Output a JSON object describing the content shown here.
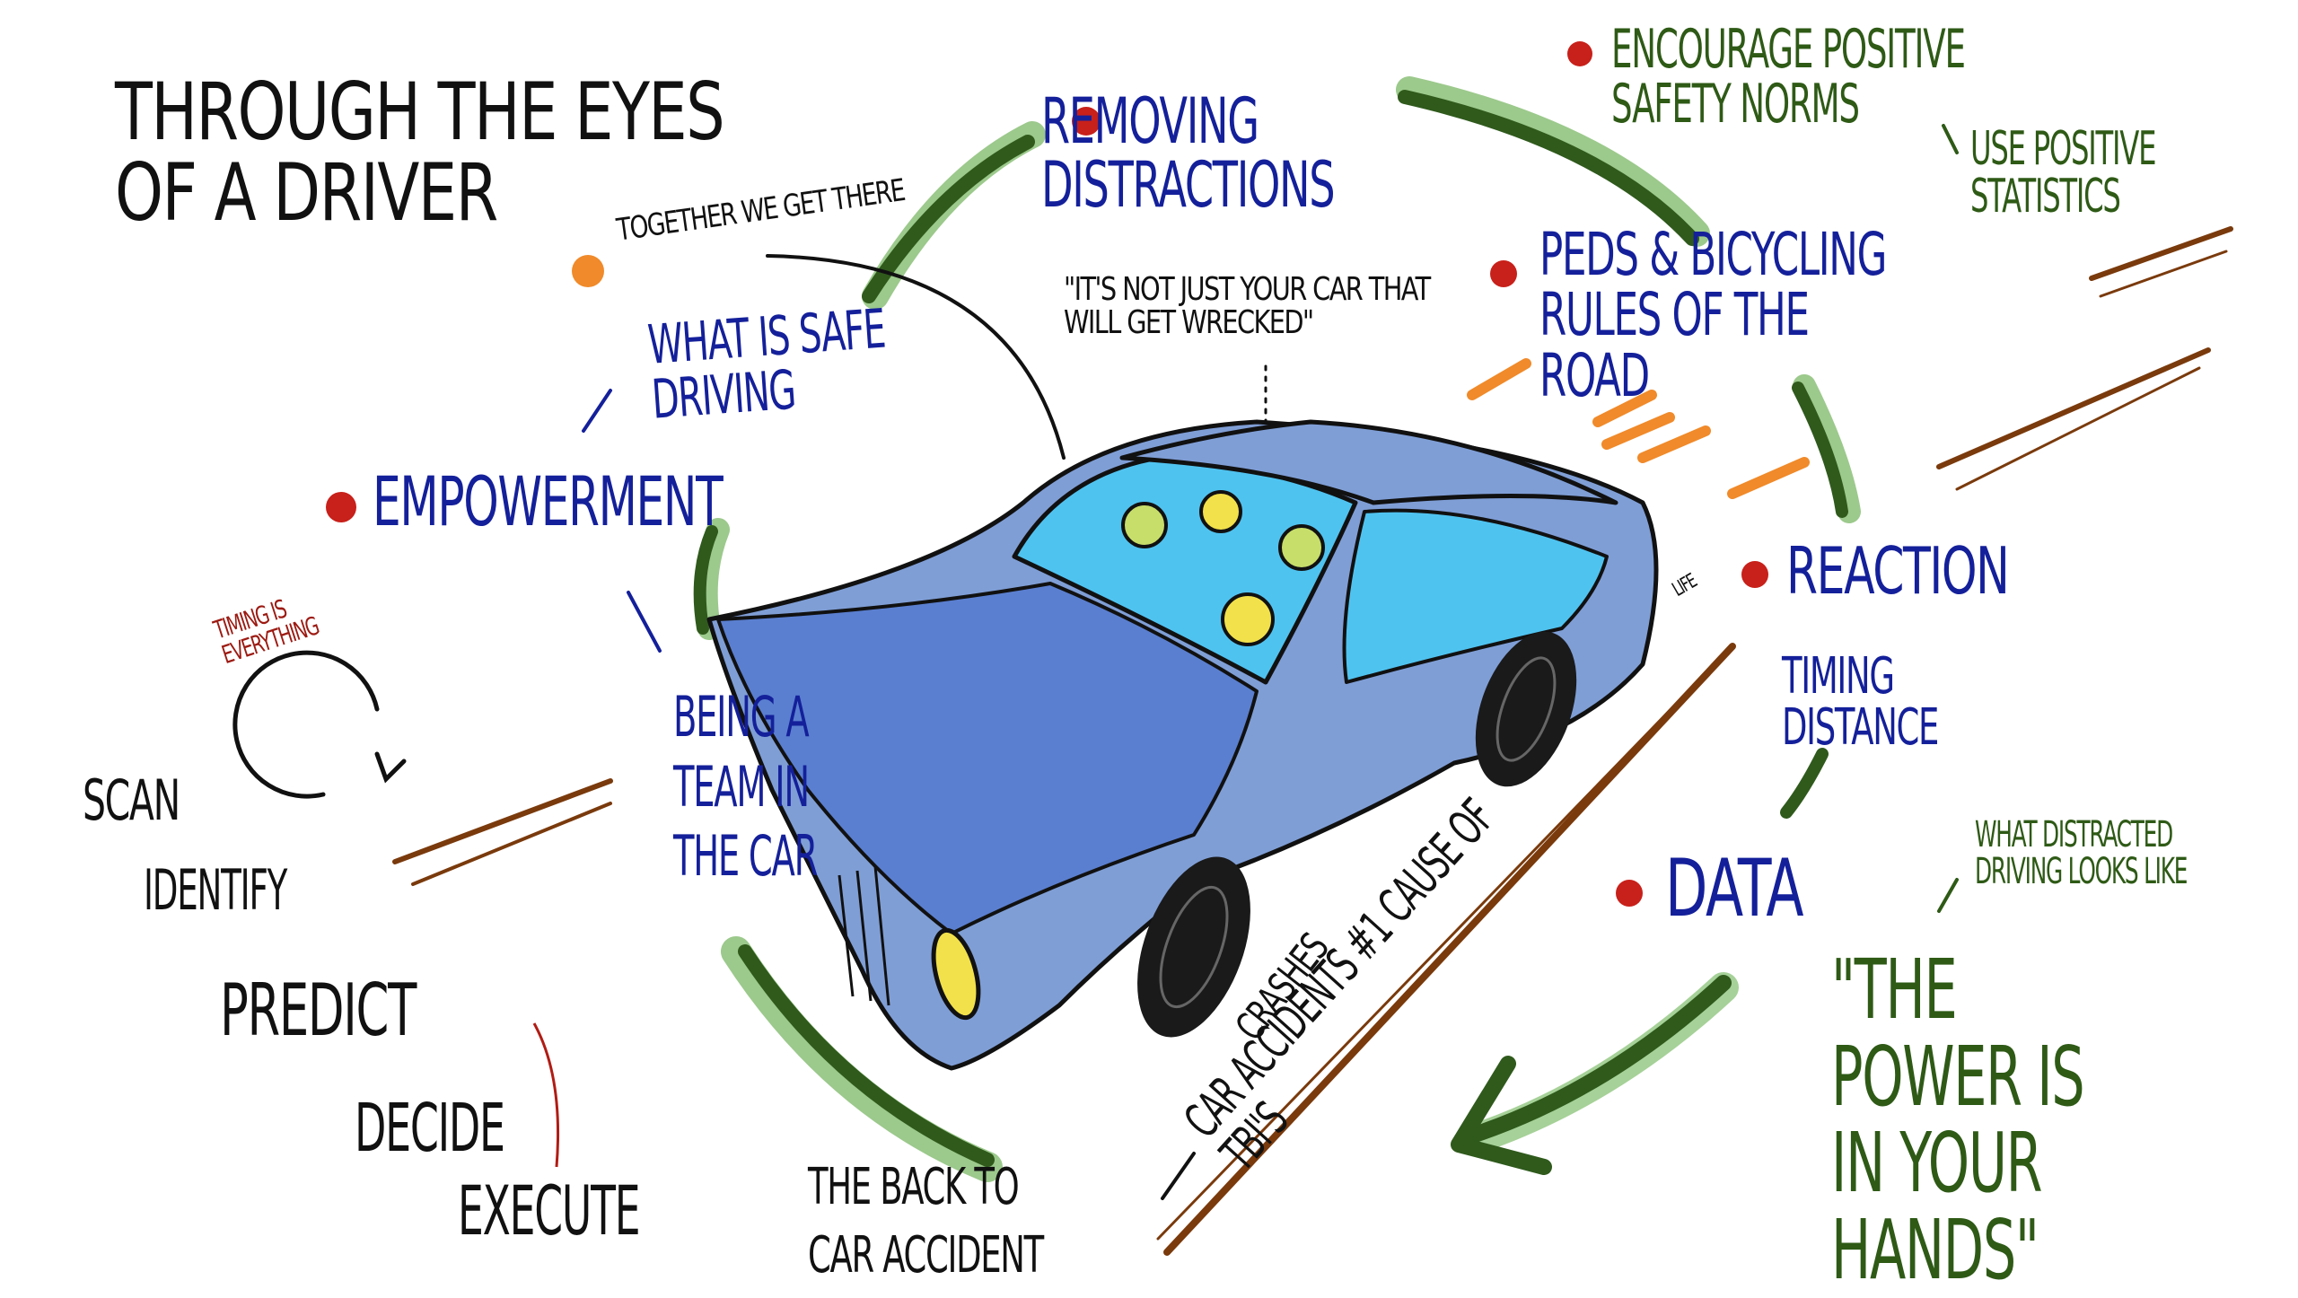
{
  "title": "THROUGH THE EYES OF A DRIVER",
  "tagline": "TOGETHER WE GET THERE",
  "quote_wrecked": "\"IT'S NOT JUST YOUR CAR THAT WILL GET WRECKED\"",
  "topics": {
    "removing_distractions": "REMOVING DISTRACTIONS",
    "encourage_norms": "ENCOURAGE POSITIVE SAFETY NORMS",
    "use_statistics": "USE POSITIVE STATISTICS",
    "peds_bicycling": "PEDS & BICYCLING RULES OF THE ROAD",
    "reaction": "REACTION",
    "timing_distance": "TIMING DISTANCE",
    "data": "DATA",
    "what_distracted": "WHAT DISTRACTED DRIVING LOOKS LIKE",
    "power_quote": "\"THE POWER IS IN YOUR HANDS\"",
    "what_is_safe": "WHAT IS SAFE DRIVING",
    "empowerment": "EMPOWERMENT",
    "team": "BEING A TEAM IN THE CAR"
  },
  "timing_loop": "TIMING IS EVERYTHING",
  "sipde": [
    "SCAN",
    "IDENTIFY",
    "PREDICT",
    "DECIDE",
    "EXECUTE"
  ],
  "road_text": {
    "crashes": "CRASHES",
    "car_accidents": "CAR ACCIDENTS #1 CAUSE OF TBI'S",
    "life": "LIFE"
  },
  "bottom_note": "THE BACK TO CAR ACCIDENT",
  "colors": {
    "ink_blue": "#14209a",
    "ink_green": "#2e5a16",
    "ring_green": "#3a6a22",
    "ring_light": "#9cc98c",
    "bullet_red": "#c8201a",
    "bullet_orange": "#f08a2a",
    "car_blue": "#7f9ed6",
    "road_brown": "#7a3a0c"
  }
}
